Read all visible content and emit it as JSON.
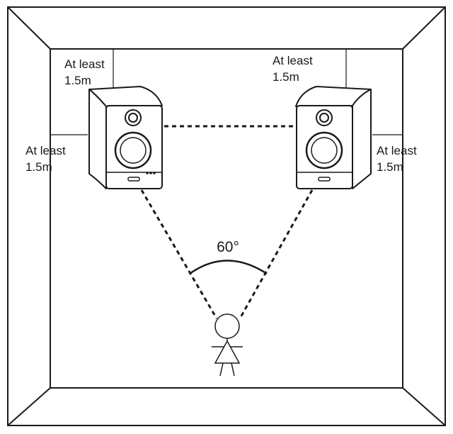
{
  "labels": {
    "left_wall_clearance_line1": "At least",
    "left_wall_clearance_line2": "1.5m",
    "back_wall_left_line1": "At least",
    "back_wall_left_line2": "1.5m",
    "back_wall_right_line1": "At least",
    "back_wall_right_line2": "1.5m",
    "right_wall_clearance_line1": "At least",
    "right_wall_clearance_line2": "1.5m",
    "listening_angle": "60°"
  },
  "colors": {
    "line": "#1a1a1a",
    "speaker_front": "#ffffff",
    "speaker_side": "#ffffff"
  }
}
